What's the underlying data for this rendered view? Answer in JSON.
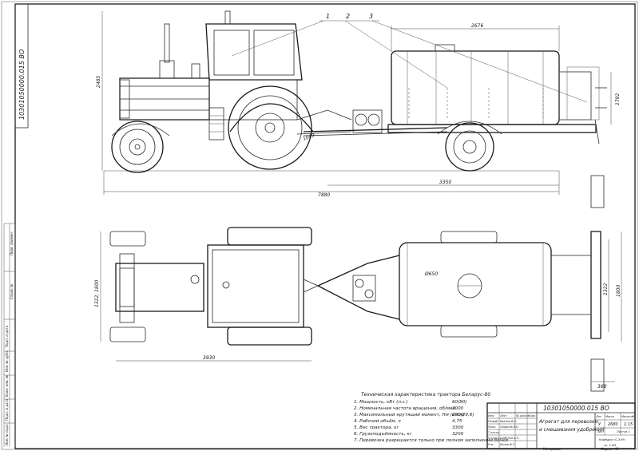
{
  "drawing": {
    "code_rotated": "10301050000.015 ВО",
    "title_block_code": "10301050000.015 ВО",
    "title_line1": "Агрегат для перевозки",
    "title_line2": "и смешивания удобрений",
    "scale": "1:15",
    "mass": "2680",
    "litera": "У",
    "sheet": "Лист",
    "sheets": "Листов 1",
    "org_line1": "Кафедра «С.Х.М»",
    "org_line2": "гр. 4 АИ",
    "bottom_copied": "Копировал",
    "bottom_format": "Формат А1"
  },
  "callouts": [
    "1",
    "2",
    "3"
  ],
  "dimensions": {
    "top_overall_width": "2676",
    "tractor_height": "2485",
    "trailer_height": "1792",
    "hitch": "1049",
    "overall_length": "7880",
    "trailer_length": "3350",
    "track_width": "1322, 1800",
    "tractor_plan_length": "3930",
    "tank_dia": "Ø650",
    "trailer_width_a": "1322",
    "trailer_width_b": "1800",
    "spreader_width": "368"
  },
  "specs": {
    "heading": "Техническая характеристика трактора Беларус-80",
    "items": [
      {
        "label": "1. Мощность, кВт (л.с.)",
        "value": "60(80)"
      },
      {
        "label": "2. Номинальная частота вращения, об/мин",
        "value": "2000"
      },
      {
        "label": "3. Максимальный крутящий момент, Нм (кгсм)",
        "value": "290(29,6)"
      },
      {
        "label": "4. Рабочий объём, л",
        "value": "4,75"
      },
      {
        "label": "5. Вес трактора, кг",
        "value": "3300"
      },
      {
        "label": "6. Грузоподъёмность, кг",
        "value": "3200"
      },
      {
        "label": "7. Перевозка разрешается только при полном заполнении бочки",
        "value": ""
      }
    ]
  },
  "title_rows": [
    {
      "role": "Изм.",
      "name": "Лист",
      "doc": "№ докум.",
      "sign": "Подп.",
      "date": "Дата"
    },
    {
      "role": "Разраб.",
      "name": "Иванов В.В.",
      "doc": "",
      "sign": "",
      "date": ""
    },
    {
      "role": "Пров.",
      "name": "Смирнов В.Н.",
      "doc": "",
      "sign": "",
      "date": ""
    },
    {
      "role": "Т.контр.",
      "name": "",
      "doc": "",
      "sign": "",
      "date": ""
    },
    {
      "role": "Н.контр.",
      "name": "Шабунов А.П.",
      "doc": "",
      "sign": "",
      "date": ""
    },
    {
      "role": "Утв.",
      "name": "Ионов Ф.Г.",
      "doc": "",
      "sign": "",
      "date": ""
    }
  ],
  "title_headers": {
    "lit": "Лит.",
    "mass": "Масса",
    "scale": "Масштаб"
  },
  "side_labels": [
    "Перв. примен.",
    "Справ. №",
    "Подп. и дата",
    "Инв. № дубл.",
    "Взам. инв. №",
    "Подп. и дата",
    "Инв. № подл."
  ]
}
